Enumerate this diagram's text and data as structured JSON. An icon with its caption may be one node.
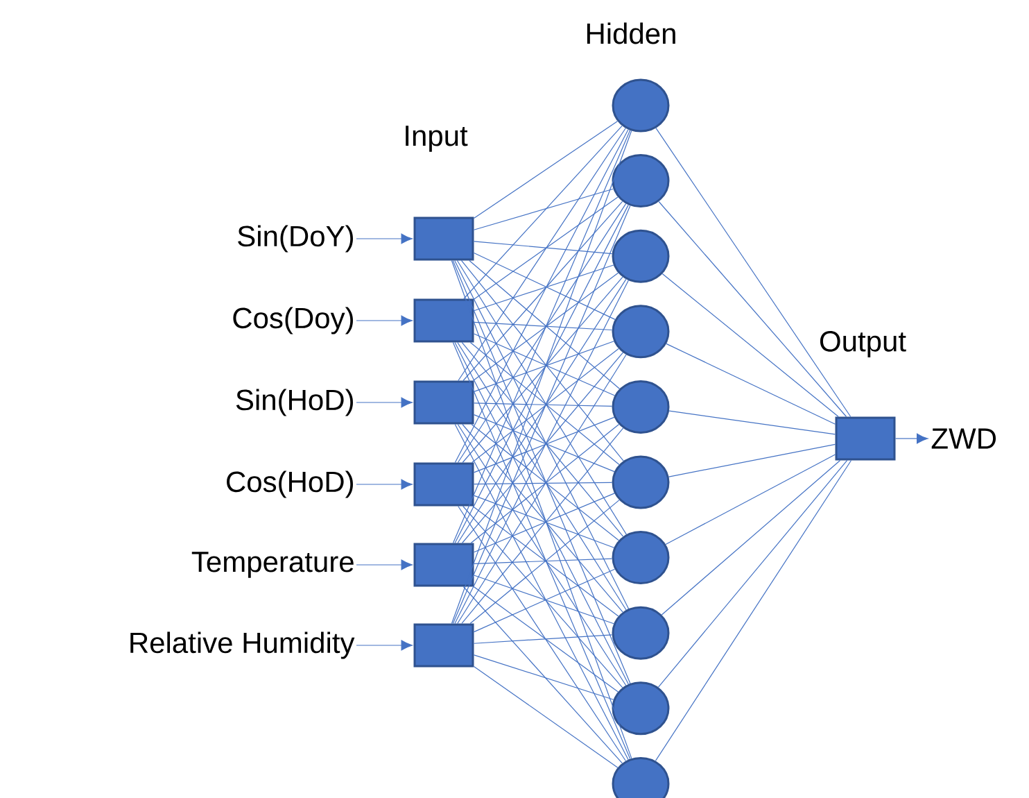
{
  "diagram": {
    "nodes": [
      {
        "text": [
          "Sin(DoY)"
        ]
      },
      {
        "text": [
          "Cos(Doy)"
        ]
      },
      {
        "text": [
          "Sin(HoD)"
        ]
      },
      {
        "text": [
          "Cos(HoD)"
        ]
      },
      {
        "text": [
          "Temperature"
        ]
      },
      {
        "text": [
          "Relative Humidity"
        ]
      },
      {
        "text": [],
        "shape": "box"
      },
      {
        "text": [],
        "shape": "box"
      },
      {
        "text": [],
        "shape": "box"
      },
      {
        "text": [],
        "shape": "box"
      },
      {
        "text": [],
        "shape": "box"
      },
      {
        "text": [],
        "shape": "box"
      },
      {
        "text": [],
        "shape": "circle"
      },
      {
        "text": [],
        "shape": "circle"
      },
      {
        "text": [],
        "shape": "circle"
      },
      {
        "text": [],
        "shape": "circle"
      },
      {
        "text": [],
        "shape": "circle"
      },
      {
        "text": [],
        "shape": "circle"
      },
      {
        "text": [],
        "shape": "circle"
      },
      {
        "text": [],
        "shape": "circle"
      },
      {
        "text": [],
        "shape": "circle"
      },
      {
        "text": [],
        "shape": "circle"
      },
      {
        "text": [],
        "shape": "box"
      },
      {
        "text": [
          "ZWD"
        ]
      }
    ],
    "edges": [
      {
        "from": 0,
        "to": 6,
        "arrow": "to"
      },
      {
        "from": 1,
        "to": 7,
        "arrow": "to"
      },
      {
        "from": 2,
        "to": 8,
        "arrow": "to"
      },
      {
        "from": 3,
        "to": 9,
        "arrow": "to"
      },
      {
        "from": 4,
        "to": 10,
        "arrow": "to"
      },
      {
        "from": 5,
        "to": 11,
        "arrow": "to"
      },
      {
        "from": 6,
        "to": 12,
        "arrow": "none"
      },
      {
        "from": 6,
        "to": 13,
        "arrow": "none"
      },
      {
        "from": 6,
        "to": 14,
        "arrow": "none"
      },
      {
        "from": 6,
        "to": 15,
        "arrow": "none"
      },
      {
        "from": 6,
        "to": 16,
        "arrow": "none"
      },
      {
        "from": 6,
        "to": 17,
        "arrow": "none"
      },
      {
        "from": 6,
        "to": 18,
        "arrow": "none"
      },
      {
        "from": 6,
        "to": 19,
        "arrow": "none"
      },
      {
        "from": 6,
        "to": 20,
        "arrow": "none"
      },
      {
        "from": 6,
        "to": 21,
        "arrow": "none"
      },
      {
        "from": 7,
        "to": 12,
        "arrow": "none"
      },
      {
        "from": 7,
        "to": 13,
        "arrow": "none"
      },
      {
        "from": 7,
        "to": 14,
        "arrow": "none"
      },
      {
        "from": 7,
        "to": 15,
        "arrow": "none"
      },
      {
        "from": 7,
        "to": 16,
        "arrow": "none"
      },
      {
        "from": 7,
        "to": 17,
        "arrow": "none"
      },
      {
        "from": 7,
        "to": 18,
        "arrow": "none"
      },
      {
        "from": 7,
        "to": 19,
        "arrow": "none"
      },
      {
        "from": 7,
        "to": 20,
        "arrow": "none"
      },
      {
        "from": 7,
        "to": 21,
        "arrow": "none"
      },
      {
        "from": 8,
        "to": 12,
        "arrow": "none"
      },
      {
        "from": 8,
        "to": 13,
        "arrow": "none"
      },
      {
        "from": 8,
        "to": 14,
        "arrow": "none"
      },
      {
        "from": 8,
        "to": 15,
        "arrow": "none"
      },
      {
        "from": 8,
        "to": 16,
        "arrow": "none"
      },
      {
        "from": 8,
        "to": 17,
        "arrow": "none"
      },
      {
        "from": 8,
        "to": 18,
        "arrow": "none"
      },
      {
        "from": 8,
        "to": 19,
        "arrow": "none"
      },
      {
        "from": 8,
        "to": 20,
        "arrow": "none"
      },
      {
        "from": 8,
        "to": 21,
        "arrow": "none"
      },
      {
        "from": 9,
        "to": 12,
        "arrow": "none"
      },
      {
        "from": 9,
        "to": 13,
        "arrow": "none"
      },
      {
        "from": 9,
        "to": 14,
        "arrow": "none"
      },
      {
        "from": 9,
        "to": 15,
        "arrow": "none"
      },
      {
        "from": 9,
        "to": 16,
        "arrow": "none"
      },
      {
        "from": 9,
        "to": 17,
        "arrow": "none"
      },
      {
        "from": 9,
        "to": 18,
        "arrow": "none"
      },
      {
        "from": 9,
        "to": 19,
        "arrow": "none"
      },
      {
        "from": 9,
        "to": 20,
        "arrow": "none"
      },
      {
        "from": 9,
        "to": 21,
        "arrow": "none"
      },
      {
        "from": 10,
        "to": 12,
        "arrow": "none"
      },
      {
        "from": 10,
        "to": 13,
        "arrow": "none"
      },
      {
        "from": 10,
        "to": 14,
        "arrow": "none"
      },
      {
        "from": 10,
        "to": 15,
        "arrow": "none"
      },
      {
        "from": 10,
        "to": 16,
        "arrow": "none"
      },
      {
        "from": 10,
        "to": 17,
        "arrow": "none"
      },
      {
        "from": 10,
        "to": 18,
        "arrow": "none"
      },
      {
        "from": 10,
        "to": 19,
        "arrow": "none"
      },
      {
        "from": 10,
        "to": 20,
        "arrow": "none"
      },
      {
        "from": 10,
        "to": 21,
        "arrow": "none"
      },
      {
        "from": 11,
        "to": 12,
        "arrow": "none"
      },
      {
        "from": 11,
        "to": 13,
        "arrow": "none"
      },
      {
        "from": 11,
        "to": 14,
        "arrow": "none"
      },
      {
        "from": 11,
        "to": 15,
        "arrow": "none"
      },
      {
        "from": 11,
        "to": 16,
        "arrow": "none"
      },
      {
        "from": 11,
        "to": 17,
        "arrow": "none"
      },
      {
        "from": 11,
        "to": 18,
        "arrow": "none"
      },
      {
        "from": 11,
        "to": 19,
        "arrow": "none"
      },
      {
        "from": 11,
        "to": 20,
        "arrow": "none"
      },
      {
        "from": 11,
        "to": 21,
        "arrow": "none"
      },
      {
        "from": 12,
        "to": 22,
        "arrow": "none"
      },
      {
        "from": 13,
        "to": 22,
        "arrow": "none"
      },
      {
        "from": 14,
        "to": 22,
        "arrow": "none"
      },
      {
        "from": 15,
        "to": 22,
        "arrow": "none"
      },
      {
        "from": 16,
        "to": 22,
        "arrow": "none"
      },
      {
        "from": 17,
        "to": 22,
        "arrow": "none"
      },
      {
        "from": 18,
        "to": 22,
        "arrow": "none"
      },
      {
        "from": 19,
        "to": 22,
        "arrow": "none"
      },
      {
        "from": 20,
        "to": 22,
        "arrow": "none"
      },
      {
        "from": 21,
        "to": 22,
        "arrow": "none"
      },
      {
        "from": 22,
        "to": 23,
        "arrow": "to"
      }
    ],
    "labels": [
      "Hidden",
      "Input",
      "Output"
    ]
  }
}
